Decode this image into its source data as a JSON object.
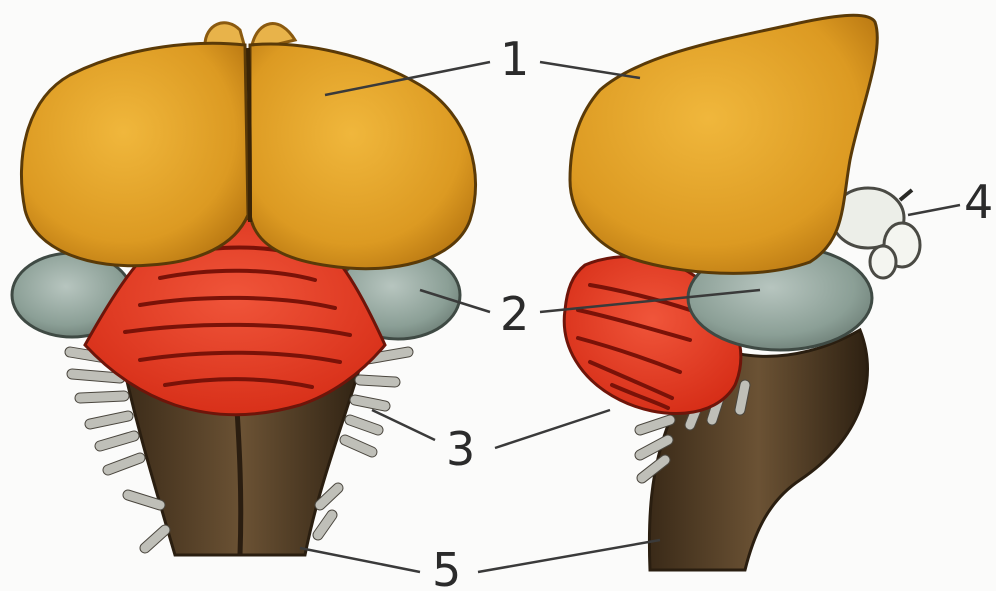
{
  "figure": {
    "labels": {
      "forebrain": "1",
      "midbrain": "2",
      "cerebellum": "3",
      "diencephalon": "4",
      "medulla": "5"
    },
    "colors": {
      "forebrain": "#e0a42a",
      "midbrain": "#8fa39a",
      "cerebellum": "#e23b22",
      "medulla": "#5a4226",
      "diencephalon": "#e9ebe6",
      "nerves": "#cfcfc8"
    }
  }
}
